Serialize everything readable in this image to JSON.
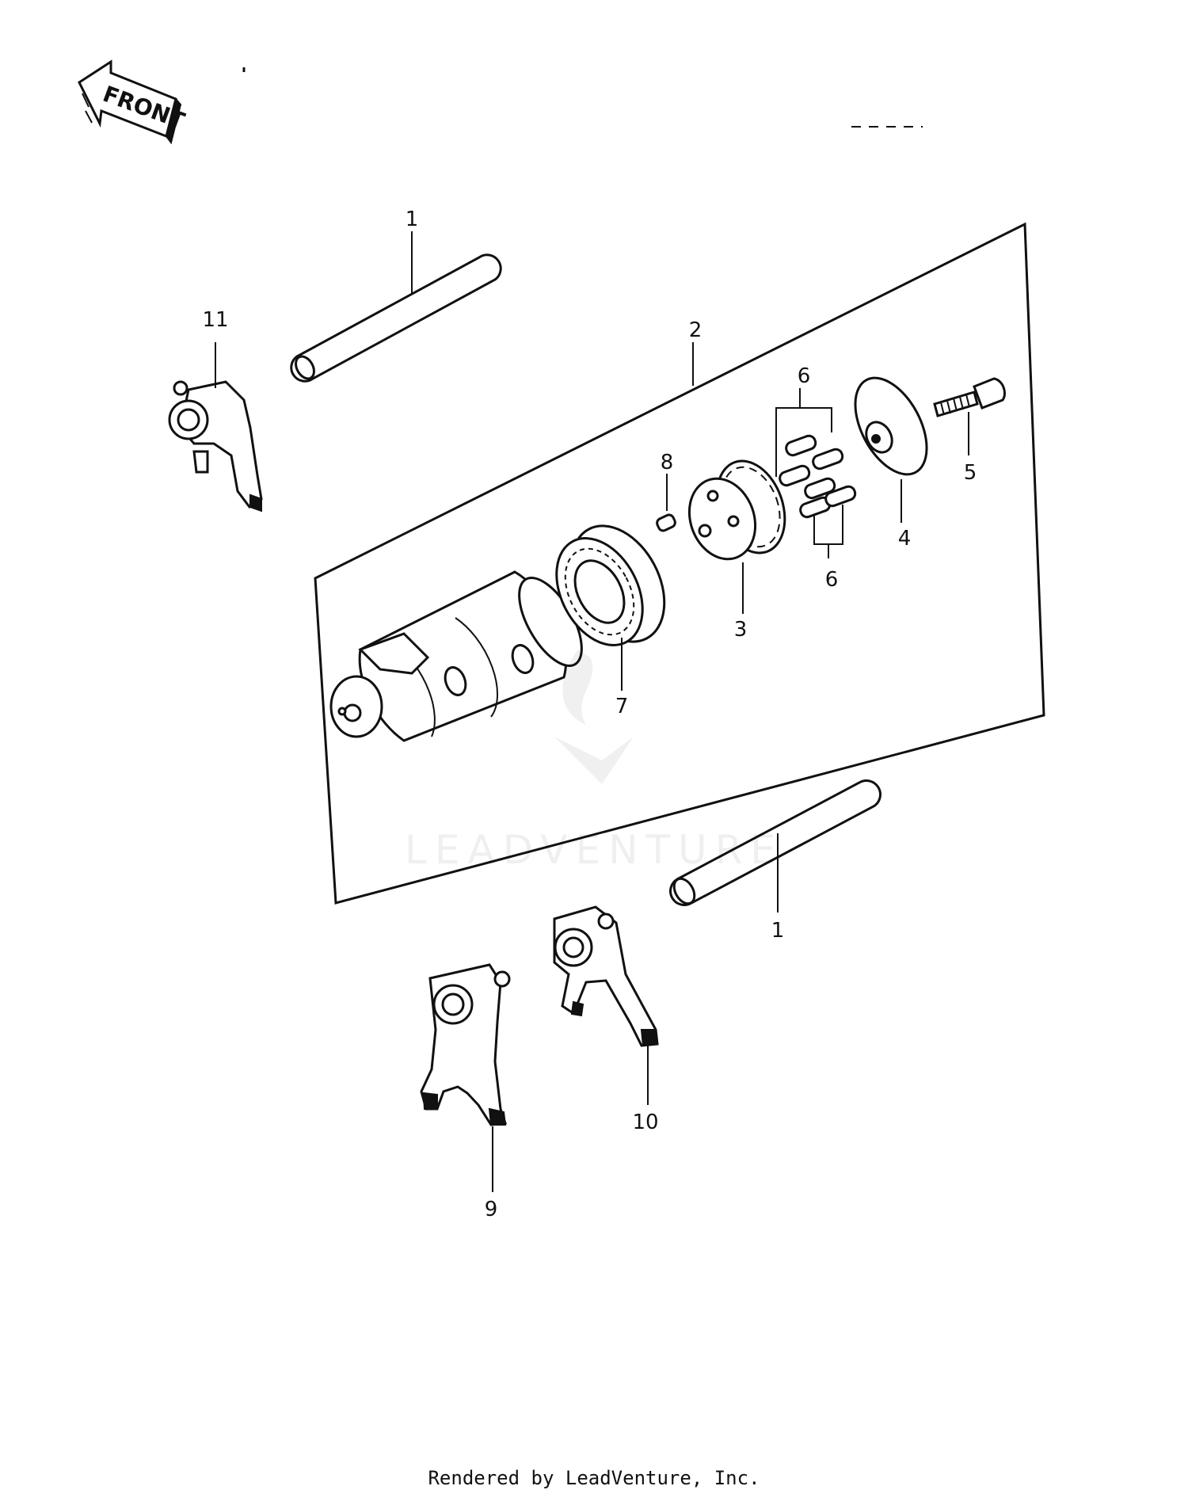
{
  "front_label": "FRONT",
  "watermark": "LEADVENTURE",
  "callouts": {
    "c1_top": "1",
    "c1_bottom": "1",
    "c2": "2",
    "c3": "3",
    "c4": "4",
    "c5": "5",
    "c6_top": "6",
    "c6_bottom": "6",
    "c7": "7",
    "c8": "8",
    "c9": "9",
    "c10": "10",
    "c11": "11"
  },
  "footer": "Rendered by LeadVenture, Inc."
}
